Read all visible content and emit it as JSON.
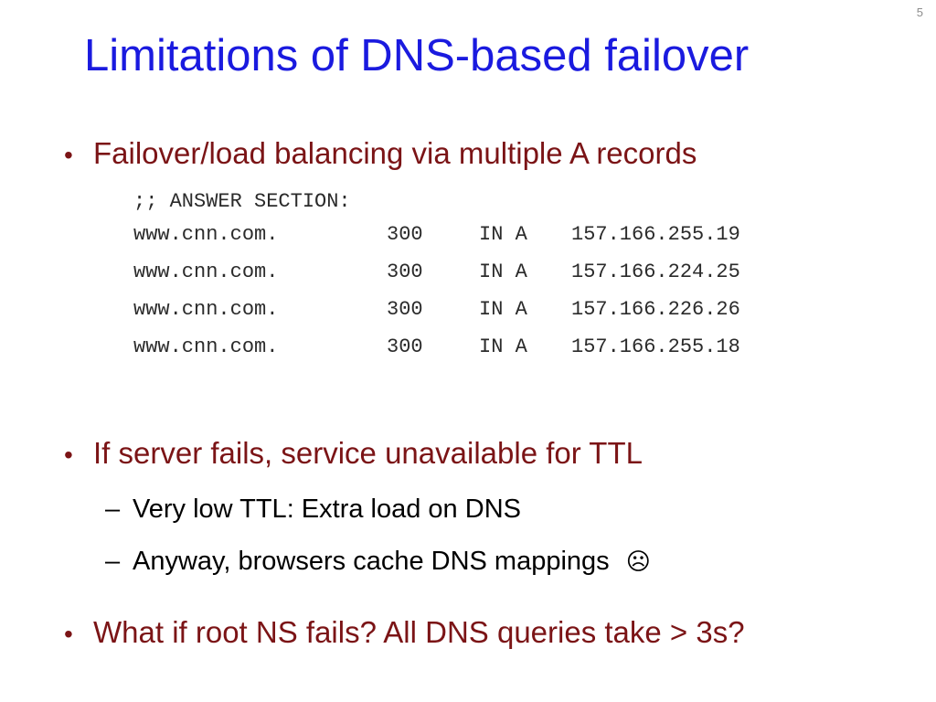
{
  "slide": {
    "number": "5",
    "title": "Limitations of DNS-based failover"
  },
  "bullets": [
    {
      "text": "Failover/load balancing via multiple A records"
    },
    {
      "text": "If server fails, service unavailable for TTL"
    },
    {
      "text": "What if root NS fails?  All DNS queries take > 3s?"
    }
  ],
  "dns_listing": {
    "header": ";; ANSWER SECTION:",
    "records": [
      {
        "name": "www.cnn.com.",
        "ttl": "300",
        "class_type": "IN A",
        "address": "157.166.255.19"
      },
      {
        "name": "www.cnn.com.",
        "ttl": "300",
        "class_type": "IN A",
        "address": "157.166.224.25"
      },
      {
        "name": "www.cnn.com.",
        "ttl": "300",
        "class_type": "IN A",
        "address": "157.166.226.26"
      },
      {
        "name": "www.cnn.com.",
        "ttl": "300",
        "class_type": "IN A",
        "address": "157.166.255.18"
      }
    ]
  },
  "sub_bullets": [
    {
      "dash": "–",
      "text": "Very low TTL:  Extra load on DNS"
    },
    {
      "dash": "–",
      "text": "Anyway, browsers cache DNS mappings",
      "emoji": "☹"
    }
  ],
  "glyphs": {
    "bullet": "•"
  },
  "colors": {
    "title": "#1a1adf",
    "bullet_text": "#7b1416",
    "sub_text": "#000000",
    "code": "#2b2b2b"
  }
}
